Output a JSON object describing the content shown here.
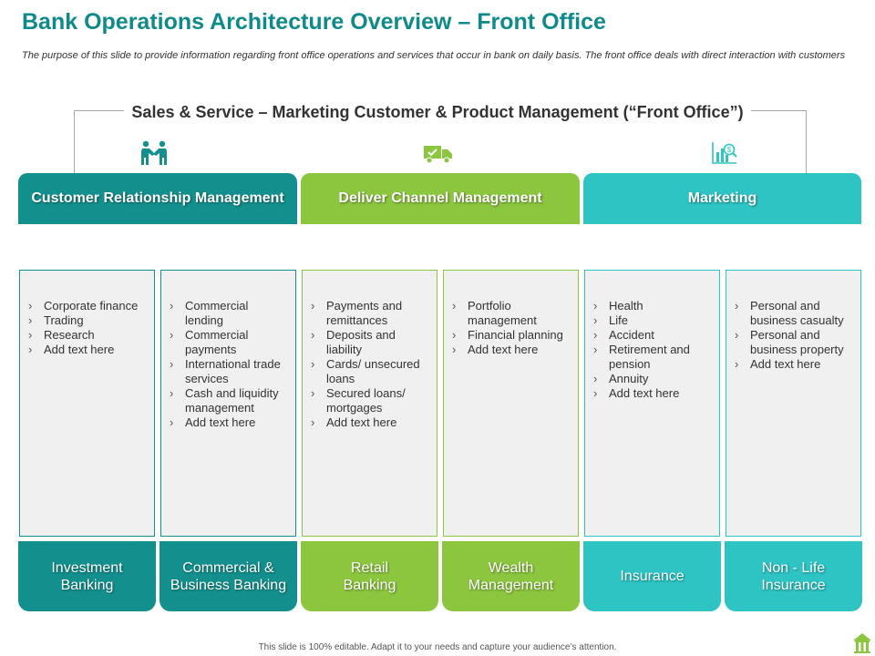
{
  "title": "Bank Operations Architecture Overview – Front Office",
  "subtitle": "The purpose of this slide to provide information regarding front office operations and services that occur in bank on daily basis. The front office deals with direct interaction with customers",
  "heading": "Sales & Service – Marketing Customer & Product Management (“Front Office”)",
  "icons": [
    "handshake-icon",
    "delivery-truck-icon",
    "analytics-chart-icon"
  ],
  "categories": [
    "Customer Relationship Management",
    "Deliver Channel Management",
    "Marketing"
  ],
  "columns": [
    {
      "items": [
        "Corporate finance",
        "Trading",
        "Research",
        "Add text here"
      ],
      "footer": "Investment Banking"
    },
    {
      "items": [
        "Commercial lending",
        "Commercial payments",
        "International trade services",
        "Cash and liquidity management",
        "Add text here"
      ],
      "footer": "Commercial & Business Banking"
    },
    {
      "items": [
        "Payments and remittances",
        "Deposits and liability",
        "Cards/ unsecured loans",
        "Secured loans/ mortgages",
        "Add text here"
      ],
      "footer": "Retail Banking"
    },
    {
      "items": [
        "Portfolio management",
        "Financial planning",
        "Add text here"
      ],
      "footer": "Wealth Management"
    },
    {
      "items": [
        "Health",
        "Life",
        "Accident",
        "Retirement and pension",
        "Annuity",
        "Add text here"
      ],
      "footer": "Insurance"
    },
    {
      "items": [
        "Personal and business casualty",
        "Personal and business property",
        "Add text here"
      ],
      "footer": "Non - Life Insurance"
    }
  ],
  "colors": {
    "teal": "#13908e",
    "green": "#8cc63f",
    "cyan": "#2ec4c4"
  },
  "footer_text": "This slide is 100% editable. Adapt it to your needs and capture your audience’s attention."
}
